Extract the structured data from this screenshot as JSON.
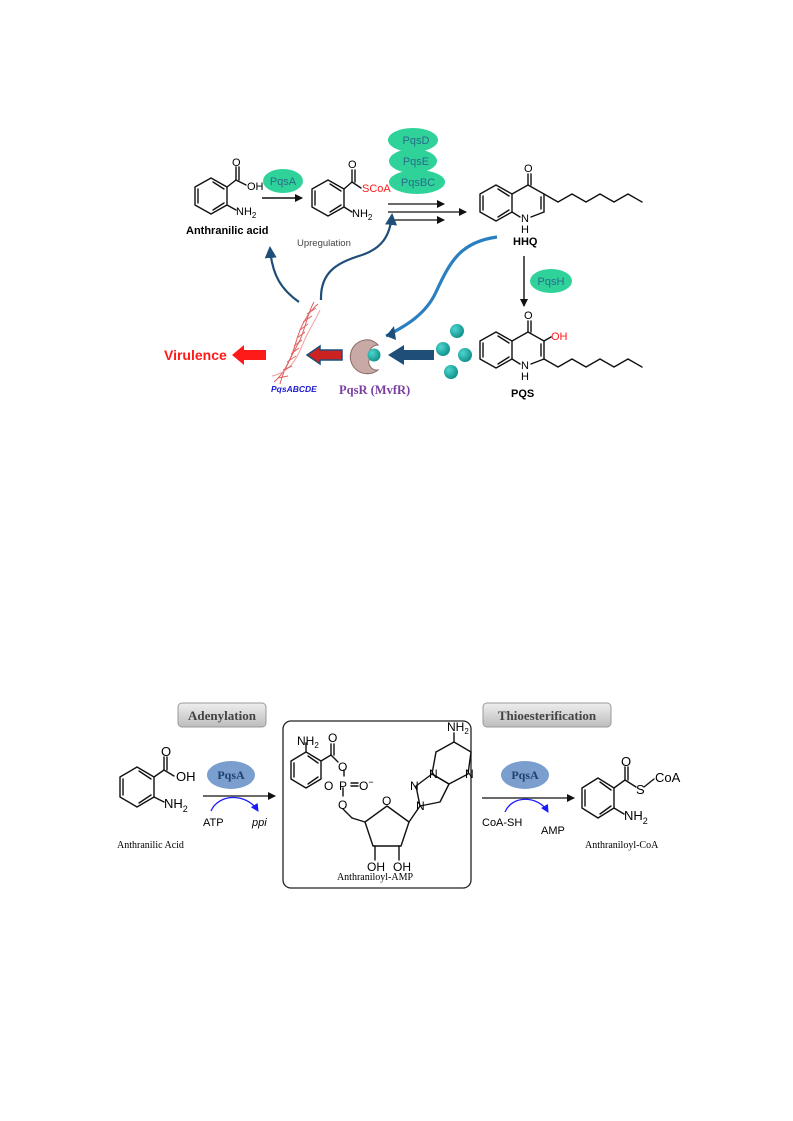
{
  "figure1": {
    "enzymes": {
      "pqsA": "PqsA",
      "pqsD": "PqsD",
      "pqsE": "PqsE",
      "pqsBC": "PqsBC",
      "pqsH": "PqsH"
    },
    "molecules": {
      "anthranilic_acid": "Anthranilic acid",
      "hhq": "HHQ",
      "pqs": "PQS"
    },
    "atoms": {
      "o": "O",
      "oh": "OH",
      "nh2": "NH",
      "sub2": "2",
      "scoa": "SCoA",
      "n": "N",
      "h": "H"
    },
    "upregulation": "Upregulation",
    "virulence": "Virulence",
    "operon": "PqsABCDE",
    "receptor": "PqsR (MvfR)",
    "colors": {
      "enzyme": "#2fd39a",
      "enzyme_text": "#2a6a8a",
      "virulence": "#ff1a1a",
      "receptor_text": "#7a3fa0",
      "arrow_blue": "#1f4e79",
      "signal": "#1aa7a0"
    }
  },
  "figure2": {
    "stage1": "Adenylation",
    "stage2": "Thioesterification",
    "enzyme": "PqsA",
    "reactant": "Anthranilic Acid",
    "intermediate": "Anthraniloyl-AMP",
    "product": "Anthraniloyl-CoA",
    "cofactors": {
      "atp": "ATP",
      "ppi": "ppi",
      "coash": "CoA-SH",
      "amp": "AMP"
    },
    "atoms": {
      "o": "O",
      "oh": "OH",
      "nh2": "NH",
      "sub2": "2",
      "p": "P",
      "ominus": "O",
      "minus": "−",
      "n": "N",
      "s": "S",
      "coa": "CoA"
    },
    "colors": {
      "enzyme": "#7a9fcf",
      "enzyme_text": "#1f3f6e",
      "curve": "#1a1aff",
      "label_bg": "#cfcfcf"
    }
  }
}
